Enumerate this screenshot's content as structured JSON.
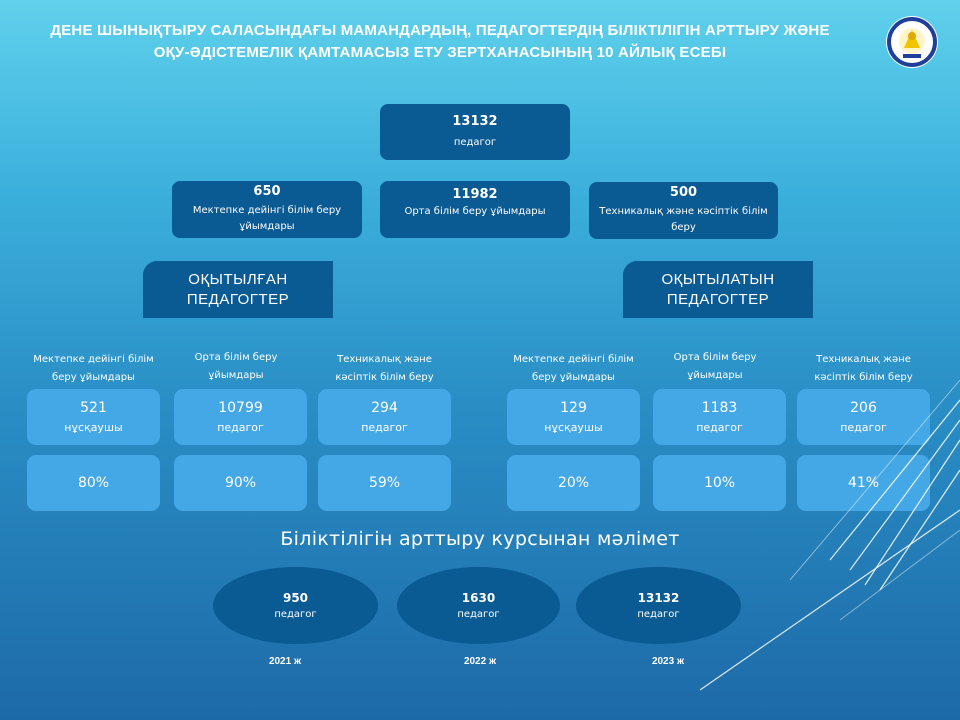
{
  "title": {
    "line1": "ДЕНЕ ШЫНЫҚТЫРУ САЛАСЫНДАҒЫ МАМАНДАРДЫҢ, ПЕДАГОГТЕРДІҢ БІЛІКТІЛІГІН АРТТЫРУ ЖӘНЕ",
    "line2": "ОҚУ-ӘДІСТЕМЕЛІК ҚАМТАМАСЫЗ ЕТУ ЗЕРТХАНАСЫНЫҢ 10 АЙЛЫҚ ЕСЕБІ"
  },
  "logo": {
    "icon": "organization-emblem-icon",
    "colors": [
      "#1f3f9a",
      "#f2c400"
    ]
  },
  "top": {
    "value": "13132",
    "label": "педагог"
  },
  "level2": [
    {
      "value": "650",
      "label": "Мектепке дейінгі білім беру ұйымдары"
    },
    {
      "value": "11982",
      "label": "Орта білім беру ұйымдары"
    },
    {
      "value": "500",
      "label": "Техникалық және кәсіптік білім беру"
    }
  ],
  "sections": {
    "trained": {
      "header": [
        "ОҚЫТЫЛҒАН",
        "ПЕДАГОГТЕР"
      ],
      "items": [
        {
          "category": "Мектепке дейінгі білім беру ұйымдары",
          "value": "521",
          "unit": "нұсқаушы",
          "percent": "80%"
        },
        {
          "category": "Орта білім беру ұйымдары",
          "value": "10799",
          "unit": "педагог",
          "percent": "90%"
        },
        {
          "category": "Техникалық және кәсіптік білім беру",
          "value": "294",
          "unit": "педагог",
          "percent": "59%"
        }
      ]
    },
    "to_train": {
      "header": [
        "ОҚЫТЫЛАТЫН",
        "ПЕДАГОГТЕР"
      ],
      "items": [
        {
          "category": "Мектепке дейінгі білім беру ұйымдары",
          "value": "129",
          "unit": "нұсқаушы",
          "percent": "20%"
        },
        {
          "category": "Орта білім беру ұйымдары",
          "value": "1183",
          "unit": "педагог",
          "percent": "10%"
        },
        {
          "category": "Техникалық және кәсіптік білім беру",
          "value": "206",
          "unit": "педагог",
          "percent": "41%"
        }
      ]
    }
  },
  "courses": {
    "heading": "Біліктілігін арттыру курсынан мәлімет",
    "items": [
      {
        "value": "950",
        "unit": "педагог",
        "year": "2021 ж"
      },
      {
        "value": "1630",
        "unit": "педагог",
        "year": "2022 ж"
      },
      {
        "value": "13132",
        "unit": "педагог",
        "year": "2023 ж"
      }
    ]
  },
  "colors": {
    "dark_box": "#0a5a93",
    "light_box": "#45a8e6"
  }
}
